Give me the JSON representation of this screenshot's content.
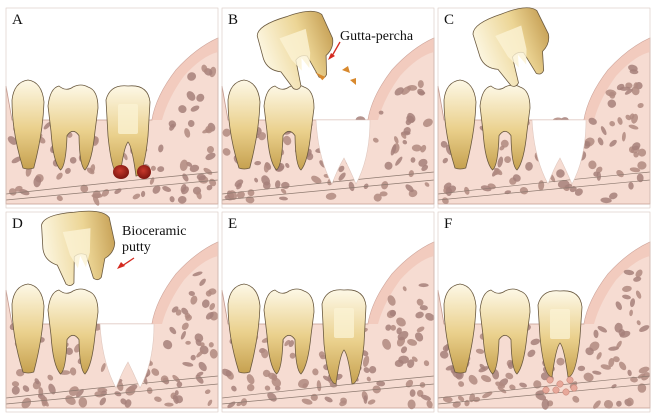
{
  "figure": {
    "panels": [
      {
        "id": "A",
        "label": "A"
      },
      {
        "id": "B",
        "label": "B",
        "annotation": "Gutta-percha"
      },
      {
        "id": "C",
        "label": "C"
      },
      {
        "id": "D",
        "label": "D",
        "annotation_line1": "Bioceramic",
        "annotation_line2": "putty"
      },
      {
        "id": "E",
        "label": "E"
      },
      {
        "id": "F",
        "label": "F"
      }
    ],
    "colors": {
      "bone": "#f6dcd2",
      "bone_pattern": "#a88378",
      "gingiva": "#f1c8bb",
      "tooth_light": "#fbf4dc",
      "tooth_dark": "#c7a55a",
      "pulp": "#e9d38f",
      "blood": "#9b1f18",
      "arrow": "#d42a20",
      "outline": "#6b5a40"
    },
    "icons": [
      "molar-tooth-icon",
      "extracted-tooth-icon",
      "gutta-percha-fragment-icon",
      "blood-clot-icon",
      "arrow-icon"
    ]
  }
}
